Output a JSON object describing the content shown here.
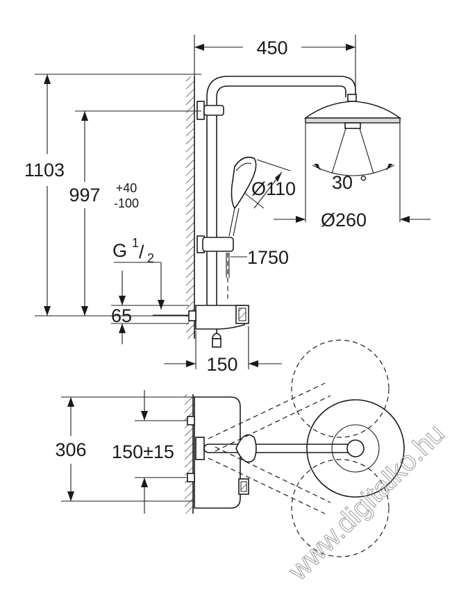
{
  "dimensions": {
    "rail_to_head_width": "450",
    "total_height": "1103",
    "outlet_height": "997",
    "outlet_tolerance_plus": "+40",
    "outlet_tolerance_minus": "-100",
    "thread_prefix": "G",
    "thread_num": "1",
    "thread_slash": "/",
    "thread_den": "2",
    "inlet_gap": "65",
    "handshower_diameter": "Ø110",
    "headshower_angle": "30",
    "headshower_angle_unit": "°",
    "headshower_diameter": "Ø260",
    "hose_length": "1750",
    "thermostat_depth": "150",
    "plan_height": "306",
    "plan_inlet_spacing": "150±15"
  },
  "watermark": "www.digitalko.hu"
}
